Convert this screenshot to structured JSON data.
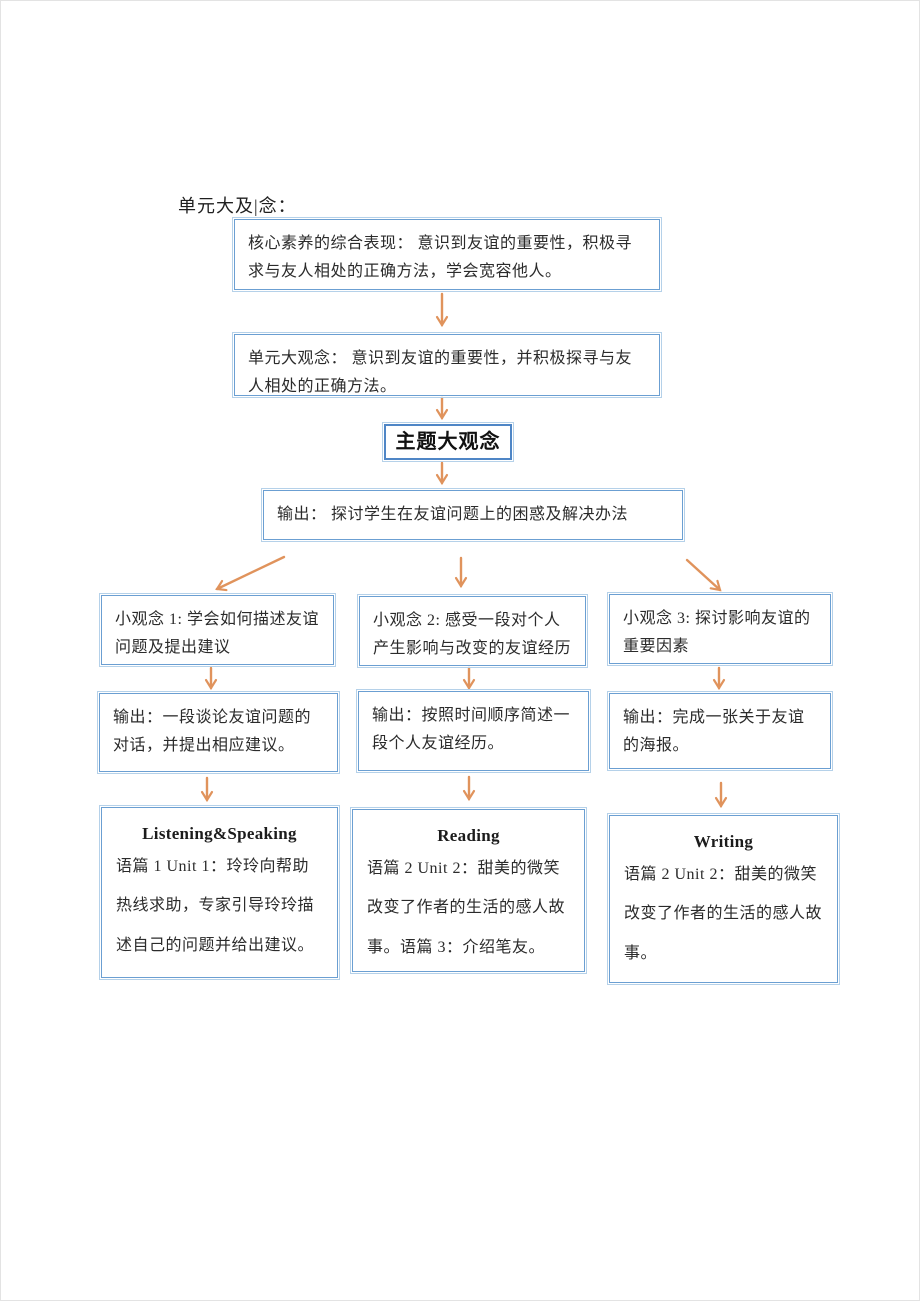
{
  "page": {
    "heading": "单元大及|念："
  },
  "flow": {
    "core_box": {
      "text": "核心素养的综合表现： 意识到友谊的重要性，积极寻求与友人相处的正确方法，学会宽容他人。"
    },
    "unit_box": {
      "text": "单元大观念： 意识到友谊的重要性，并积极探寻与友人相处的正确方法。"
    },
    "theme_box": {
      "text": "主题大观念"
    },
    "output_box": {
      "text": "输出： 探讨学生在友谊问题上的困惑及解决办法"
    },
    "concepts": [
      {
        "text": "小观念 1: 学会如何描述友谊问题及提出建议"
      },
      {
        "text": "小观念 2: 感受一段对个人产生影响与改变的友谊经历"
      },
      {
        "text": "小观念 3: 探讨影响友谊的重要因素"
      }
    ],
    "outputs": [
      {
        "text": "输出：一段谈论友谊问题的对话，并提出相应建议。"
      },
      {
        "text": "输出：按照时间顺序简述一段个人友谊经历。"
      },
      {
        "text": "输出：完成一张关于友谊的海报。"
      }
    ],
    "skills": [
      {
        "title": "Listening&Speaking",
        "body": "语篇 1 Unit 1：玲玲向帮助热线求助，专家引导玲玲描述自己的问题并给出建议。"
      },
      {
        "title": "Reading",
        "body": "语篇 2 Unit 2：甜美的微笑改变了作者的生活的感人故事。语篇 3：介绍笔友。"
      },
      {
        "title": "Writing",
        "body": "语篇 2 Unit 2：甜美的微笑改变了作者的生活的感人故事。"
      }
    ]
  },
  "colors": {
    "box_border_inner": "#6b9fd2",
    "box_border_outer": "#b5d1e9",
    "theme_border": "#4f86c6",
    "arrow": "#e0935c",
    "text": "#2b2b2b"
  }
}
